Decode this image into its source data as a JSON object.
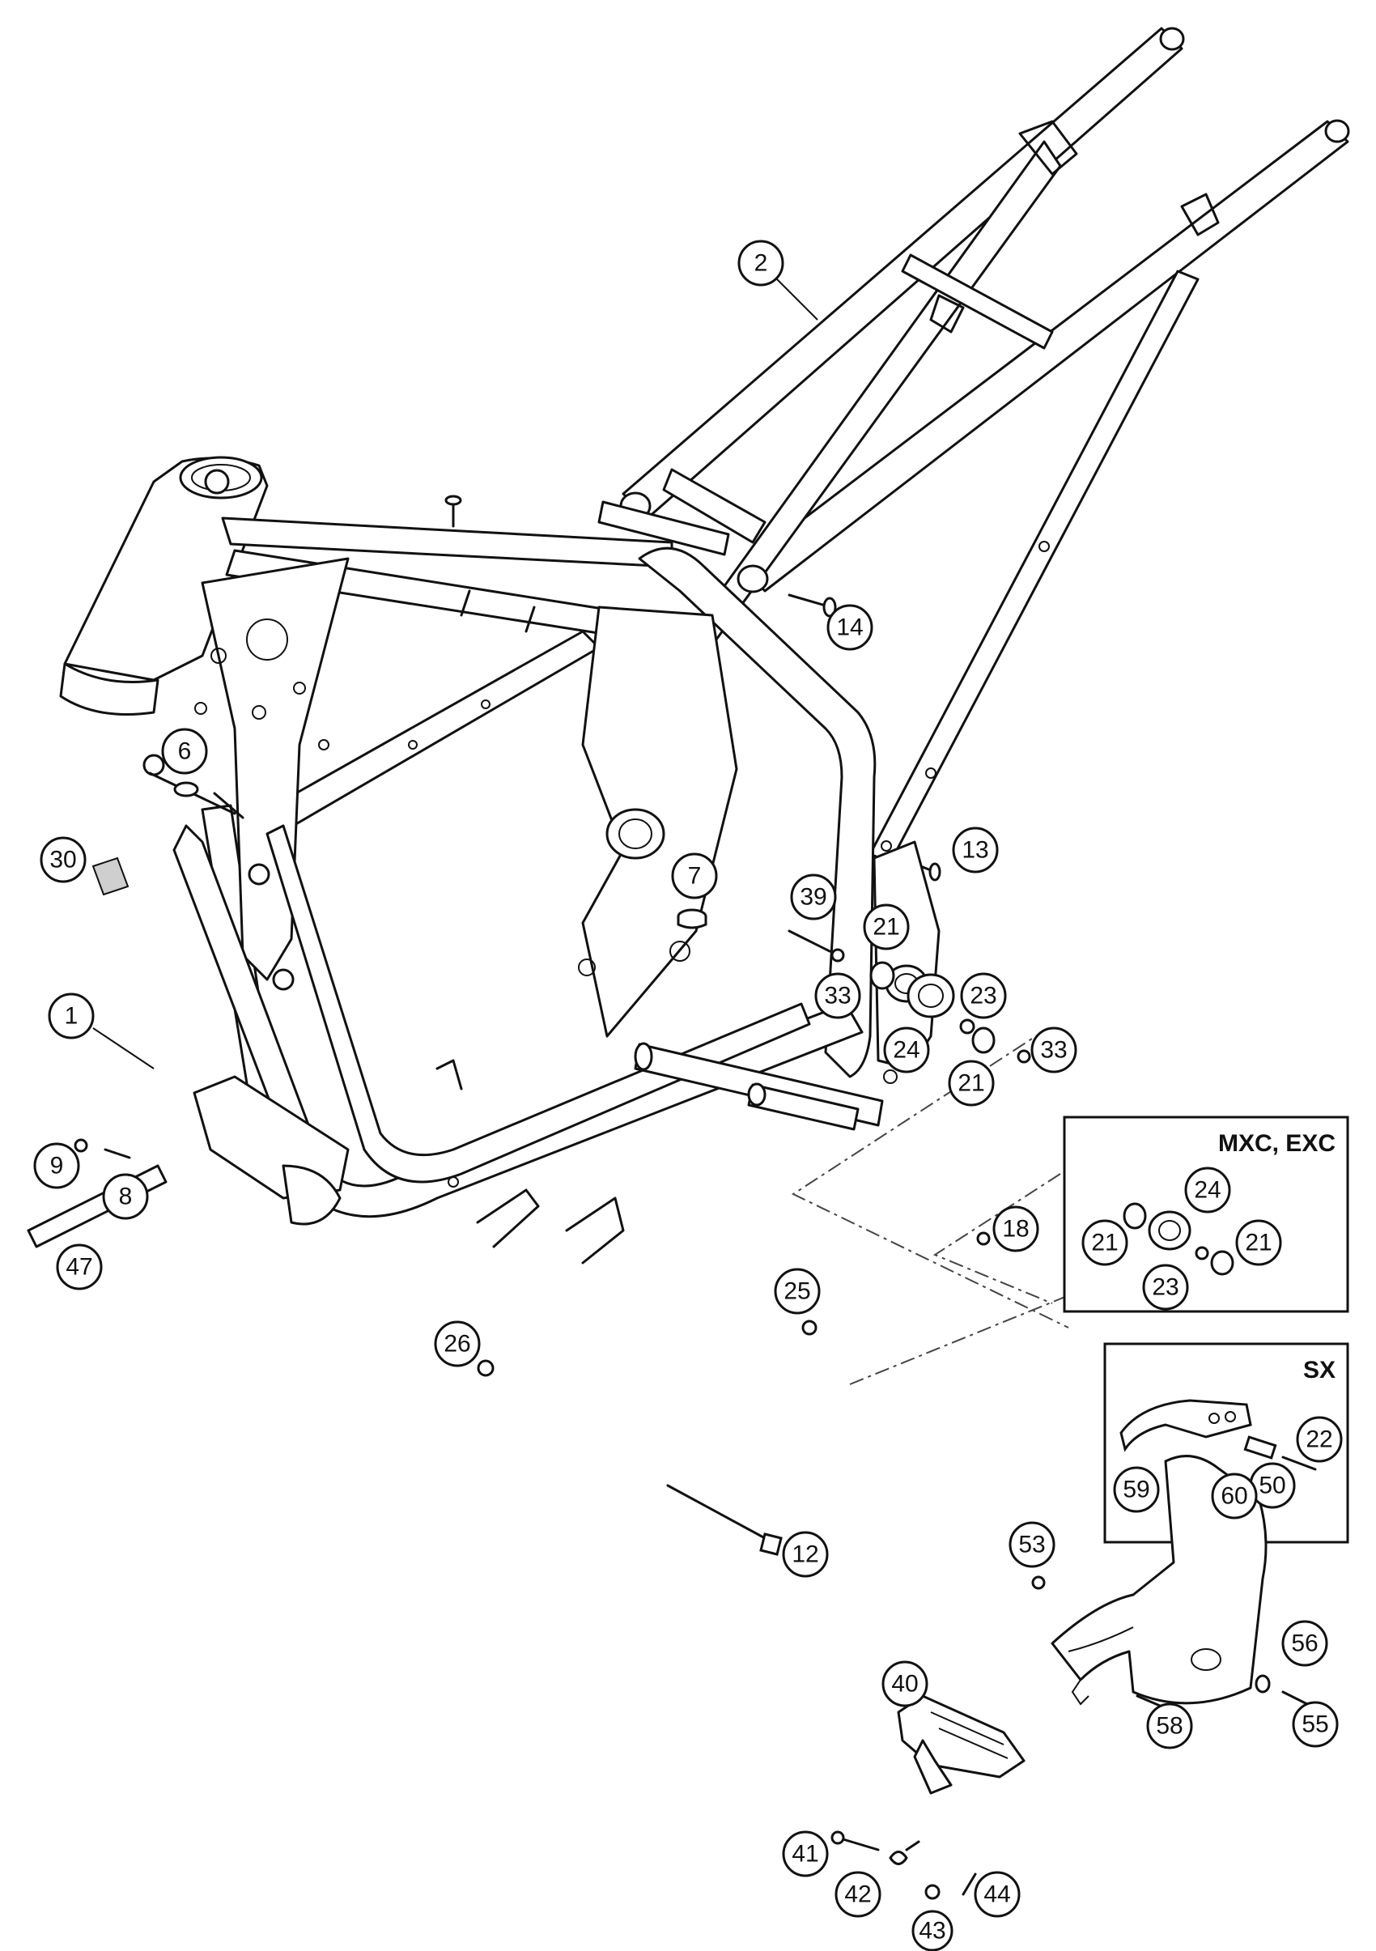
{
  "callouts": {
    "c1": "1",
    "c2": "2",
    "c6": "6",
    "c7": "7",
    "c8": "8",
    "c9": "9",
    "c12": "12",
    "c13": "13",
    "c14": "14",
    "c18": "18",
    "c21a": "21",
    "c21b": "21",
    "c21c": "21",
    "c21d": "21",
    "c22": "22",
    "c23a": "23",
    "c23b": "23",
    "c24a": "24",
    "c24b": "24",
    "c25": "25",
    "c26": "26",
    "c30": "30",
    "c33a": "33",
    "c33b": "33",
    "c39": "39",
    "c40": "40",
    "c41": "41",
    "c42": "42",
    "c43": "43",
    "c44": "44",
    "c47": "47",
    "c50": "50",
    "c53": "53",
    "c55": "55",
    "c56": "56",
    "c58": "58",
    "c59": "59",
    "c60": "60"
  },
  "boxes": {
    "mxc_exc": "MXC, EXC",
    "sx": "SX"
  }
}
